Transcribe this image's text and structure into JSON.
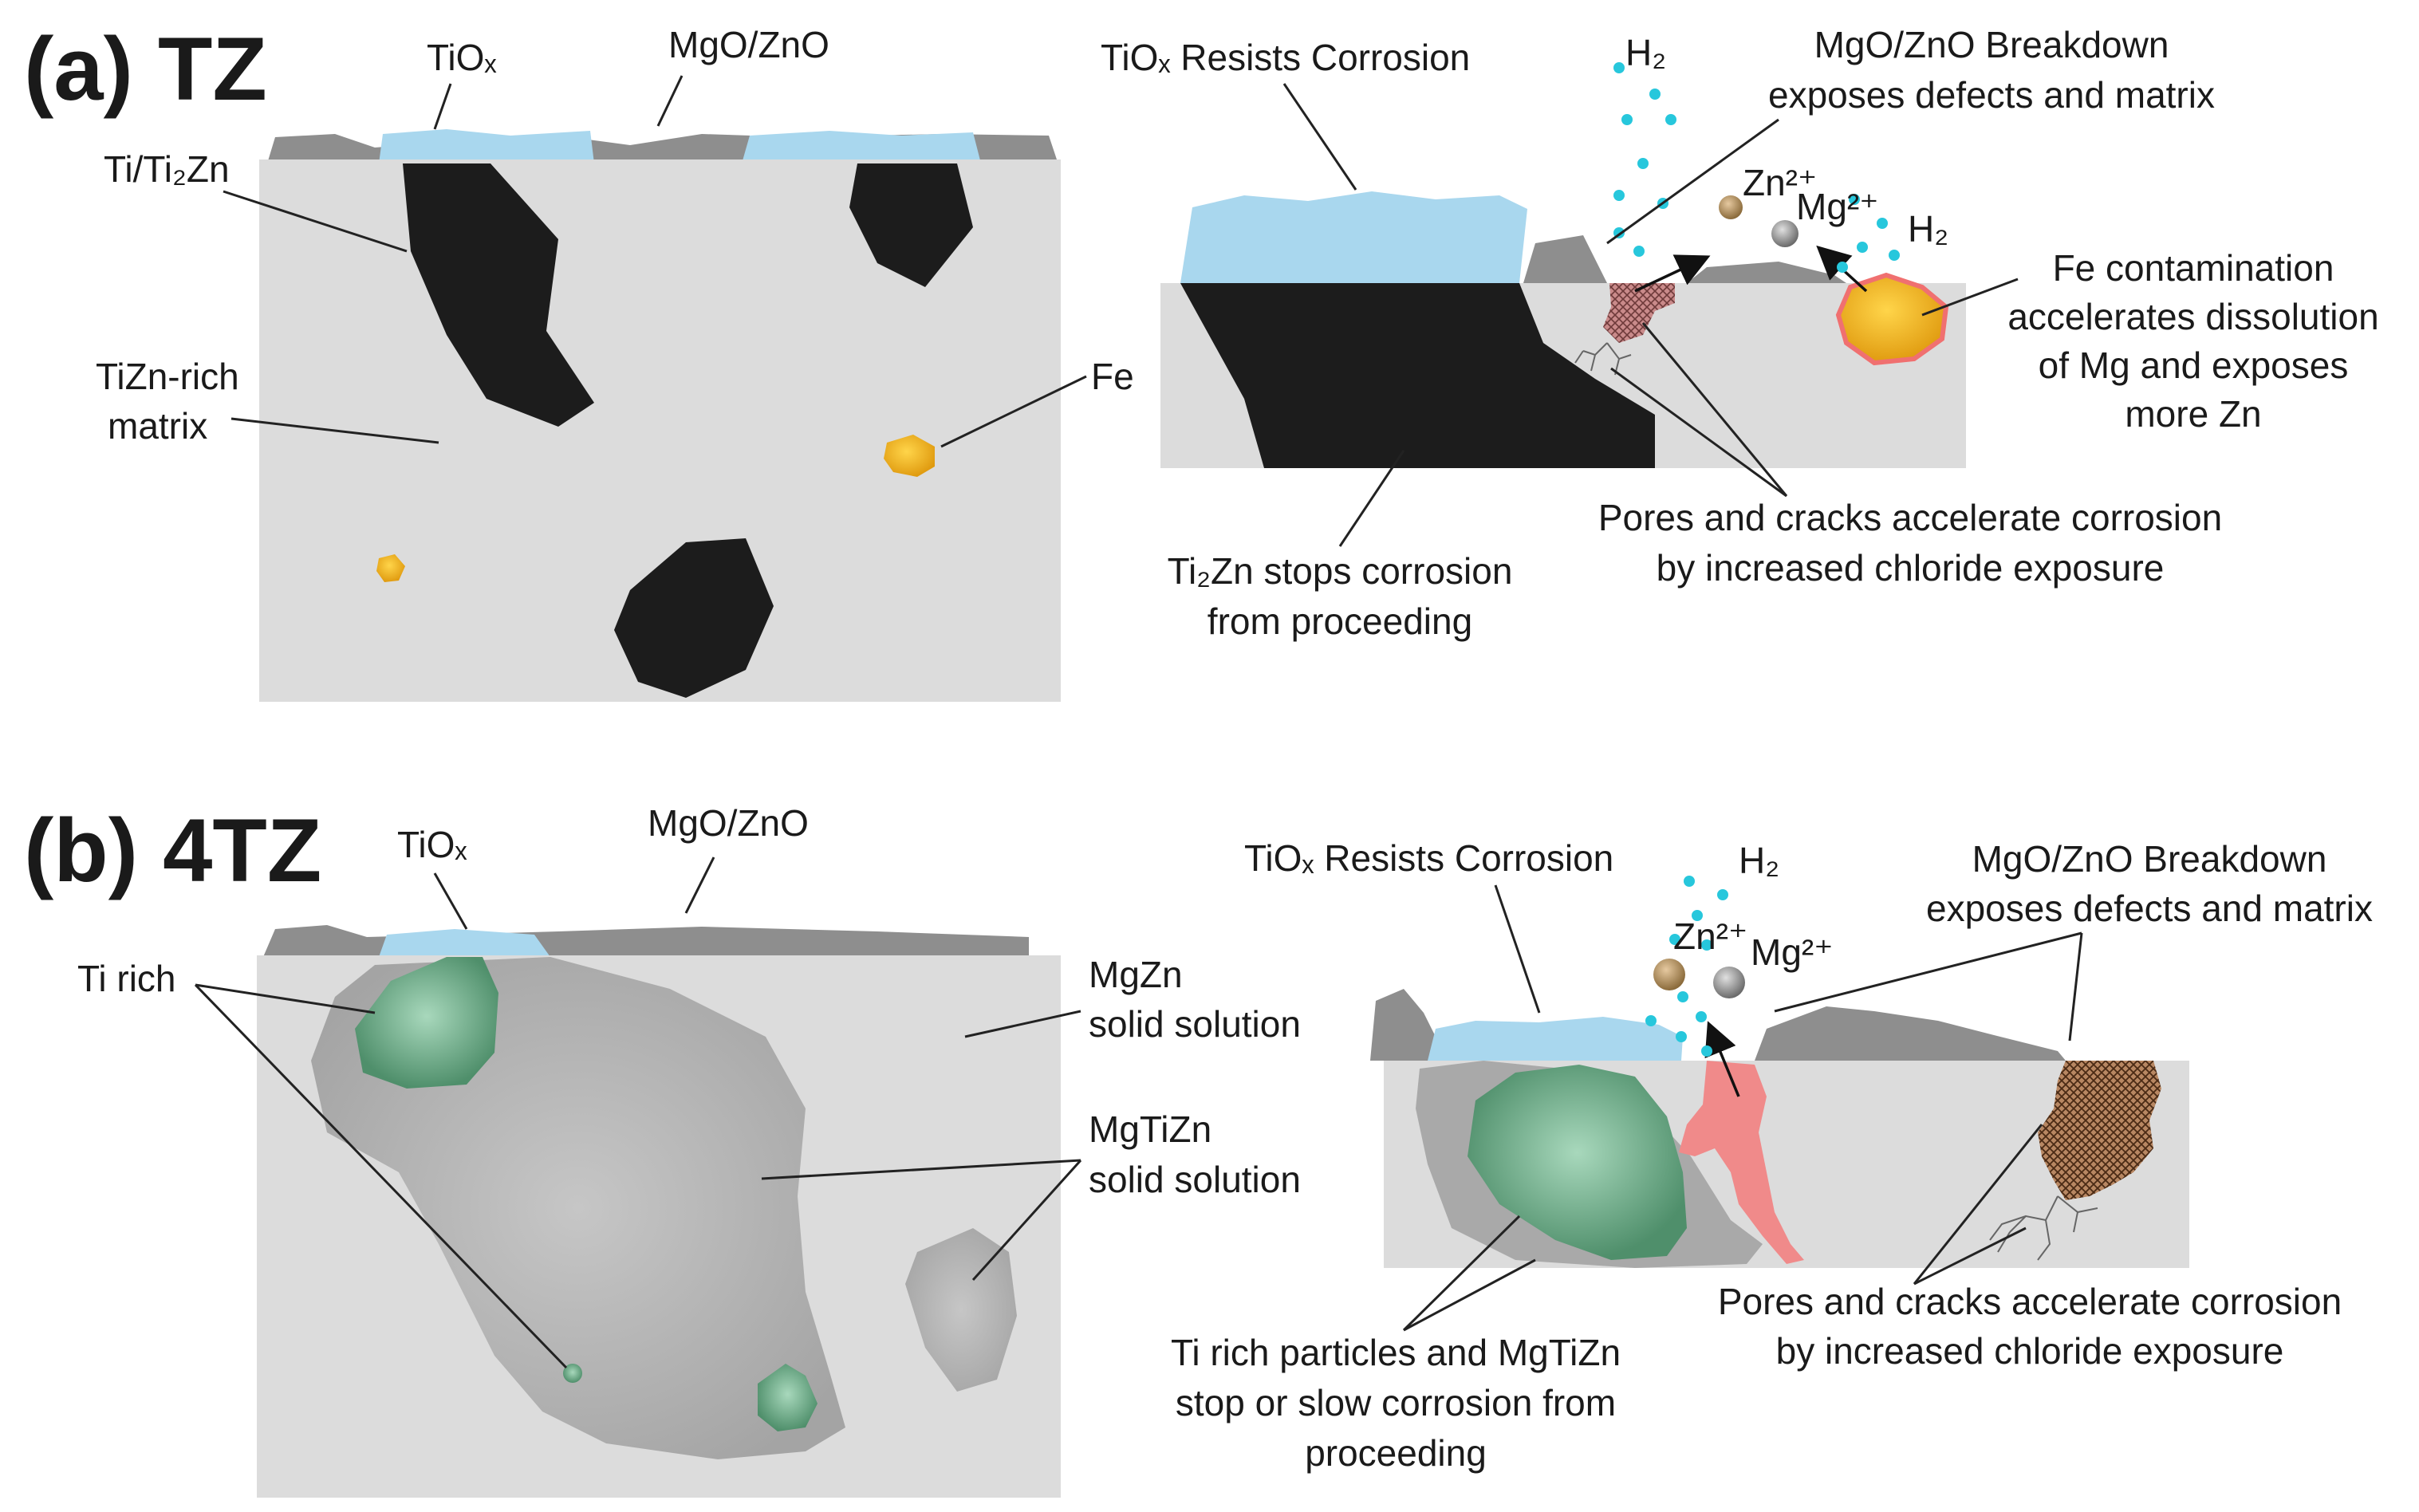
{
  "panels": [
    {
      "tag": "(a) TZ",
      "left_labels": {
        "tiox": "TiOₓ",
        "mgo_zno": "MgO/ZnO",
        "ti_ti2zn": "Ti/Ti₂Zn",
        "tizn_rich_1": "TiZn-rich",
        "tizn_rich_2": "matrix",
        "fe": "Fe"
      },
      "right_labels": {
        "tiox_resists": "TiOₓ Resists Corrosion",
        "h2_top": "H₂",
        "breakdown_1": "MgO/ZnO Breakdown",
        "breakdown_2": "exposes defects and matrix",
        "zn_ion": "Zn²⁺",
        "mg_ion": "Mg²⁺",
        "h2_right": "H₂",
        "fe_1": "Fe contamination",
        "fe_2": "accelerates dissolution",
        "fe_3": "of Mg and exposes",
        "fe_4": "more Zn",
        "ti2zn_1": "Ti₂Zn stops corrosion",
        "ti2zn_2": "from proceeding",
        "pores_1": "Pores and cracks accelerate corrosion",
        "pores_2": "by increased chloride exposure"
      }
    },
    {
      "tag": "(b) 4TZ",
      "left_labels": {
        "tiox": "TiOₓ",
        "mgo_zno": "MgO/ZnO",
        "ti_rich": "Ti rich",
        "mgzn_1": "MgZn",
        "mgzn_2": "solid solution",
        "mgtizn_1": "MgTiZn",
        "mgtizn_2": "solid solution"
      },
      "right_labels": {
        "tiox_resists": "TiOₓ Resists Corrosion",
        "h2": "H₂",
        "zn_ion": "Zn²⁺",
        "mg_ion": "Mg²⁺",
        "breakdown_1": "MgO/ZnO Breakdown",
        "breakdown_2": "exposes defects and matrix",
        "ti_particles_1": "Ti rich particles and MgTiZn",
        "ti_particles_2": "stop or slow corrosion from",
        "ti_particles_3": "proceeding",
        "pores_1": "Pores and cracks accelerate corrosion",
        "pores_2": "by increased chloride exposure"
      }
    }
  ],
  "colors": {
    "matrix": "#dcdcdc",
    "oxide_tio": "#a9d7ee",
    "oxide_mgo": "#8e8e8e",
    "ti2zn": "#1c1c1c",
    "fe": "#f2b51e",
    "h2_bubbles": "#27c7dc",
    "ti_rich": "#5e9f7b",
    "mgtizn": "#b5b5b5",
    "corrosion_pink": "#f08a8a",
    "corrosion_brown": "#8b5a3c"
  }
}
